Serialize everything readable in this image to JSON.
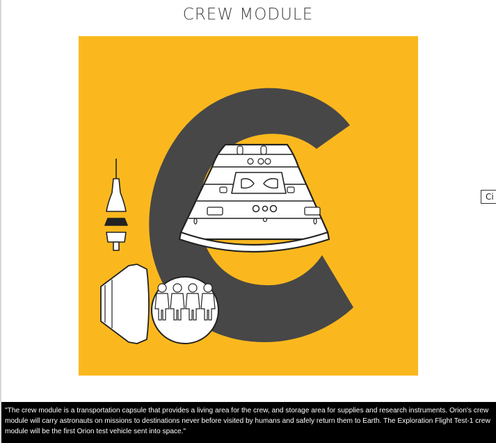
{
  "page": {
    "title": "CREW MODULE"
  },
  "poster": {
    "background_color": "#FBB81E",
    "letter_color": "#474747",
    "line_color": "#222222",
    "fill_color": "#ffffff",
    "subjects": [
      "rocket-icon",
      "capsule-icon",
      "astronaut-icon"
    ]
  },
  "side_tab": {
    "label": "Ci"
  },
  "caption": {
    "text": "\"The crew module is a transportation capsule that provides a living area for the crew, and storage area for supplies and research instruments. Orion's crew module will carry astronauts on missions to destinations never before visited by humans and safely return them to Earth. The Exploration Flight Test-1 crew module will be the first Orion test vehicle sent into space.\""
  }
}
